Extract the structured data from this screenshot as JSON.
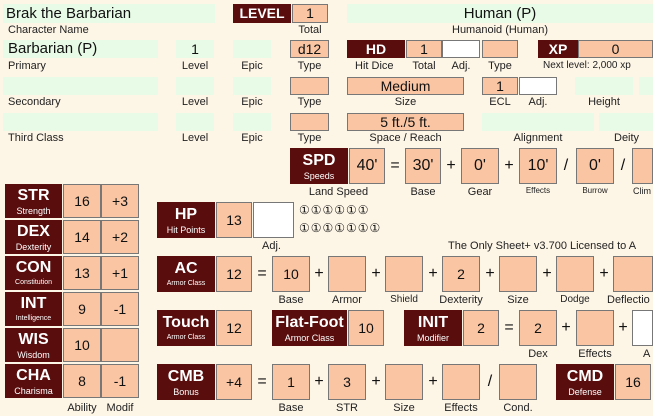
{
  "header": {
    "character_name": "Brak the Barbarian",
    "character_name_label": "Character Name",
    "level_title": "LEVEL",
    "level_value": "1",
    "total_label": "Total",
    "race": "Human (P)",
    "race_type": "Humanoid (Human)"
  },
  "classes": {
    "primary": {
      "name": "Barbarian (P)",
      "level": "1",
      "epic": "",
      "hd_type": "d12",
      "label": "Primary"
    },
    "secondary": {
      "label": "Secondary"
    },
    "third": {
      "label": "Third Class"
    },
    "level_label": "Level",
    "epic_label": "Epic",
    "type_label": "Type"
  },
  "hd": {
    "title": "HD",
    "total": "1",
    "hit_dice_label": "Hit Dice",
    "total_label": "Total",
    "adj_label": "Adj.",
    "type_label": "Type"
  },
  "xp": {
    "title": "XP",
    "value": "0",
    "next_level": "Next level: 2,000 xp"
  },
  "size": {
    "value": "Medium",
    "label": "Size",
    "ecl": "1",
    "ecl_label": "ECL",
    "adj_label": "Adj.",
    "height_label": "Height"
  },
  "space": {
    "value": "5 ft./5 ft.",
    "label": "Space / Reach",
    "alignment_label": "Alignment",
    "deity_label": "Deity"
  },
  "speed": {
    "title": "SPD",
    "sub": "Speeds",
    "land": "40'",
    "base": "30'",
    "gear": "0'",
    "effects": "10'",
    "burrow": "0'",
    "land_label": "Land Speed",
    "base_label": "Base",
    "gear_label": "Gear",
    "effects_label": "Effects",
    "burrow_label": "Burrow",
    "climb_label": "Clim"
  },
  "abilities": [
    {
      "abbr": "STR",
      "name": "Strength",
      "score": "16",
      "mod": "+3"
    },
    {
      "abbr": "DEX",
      "name": "Dexterity",
      "score": "14",
      "mod": "+2"
    },
    {
      "abbr": "CON",
      "name": "Constitution",
      "score": "13",
      "mod": "+1"
    },
    {
      "abbr": "INT",
      "name": "Intelligence",
      "score": "9",
      "mod": "-1"
    },
    {
      "abbr": "WIS",
      "name": "Wisdom",
      "score": "10",
      "mod": ""
    },
    {
      "abbr": "CHA",
      "name": "Charisma",
      "score": "8",
      "mod": "-1"
    }
  ],
  "ability_footer": {
    "ability": "Ability",
    "modif": "Modif"
  },
  "hp": {
    "title": "HP",
    "sub": "Hit Points",
    "value": "13",
    "adj_label": "Adj.",
    "boxes_row1": "①①①①①①",
    "boxes_row2": "①①①①①①①"
  },
  "credit": "The Only Sheet+ v3.700  Licensed to A",
  "ac": {
    "title": "AC",
    "sub": "Armor Class",
    "value": "12",
    "base": "10",
    "dex": "2",
    "labels": {
      "base": "Base",
      "armor": "Armor",
      "shield": "Shield",
      "dex": "Dexterity",
      "size": "Size",
      "dodge": "Dodge",
      "deflection": "Deflectio"
    }
  },
  "touch": {
    "title": "Touch",
    "sub": "Armor Class",
    "value": "12"
  },
  "flatfoot": {
    "title": "Flat-Foot",
    "sub": "Armor Class",
    "value": "10"
  },
  "init": {
    "title": "INIT",
    "sub": "Modifier",
    "value": "2",
    "dex": "2",
    "dex_label": "Dex",
    "effects_label": "Effects",
    "a_label": "A"
  },
  "cmb": {
    "title": "CMB",
    "sub": "Bonus",
    "value": "+4",
    "base": "1",
    "str": "3",
    "labels": {
      "base": "Base",
      "str": "STR",
      "size": "Size",
      "effects": "Effects",
      "cond": "Cond."
    }
  },
  "cmd": {
    "title": "CMD",
    "sub": "Defense",
    "value": "16"
  },
  "colors": {
    "dark": "#5a0d0d",
    "field": "#f9c5a3",
    "input": "#e8fbe6",
    "page": "#fdf5e6"
  }
}
